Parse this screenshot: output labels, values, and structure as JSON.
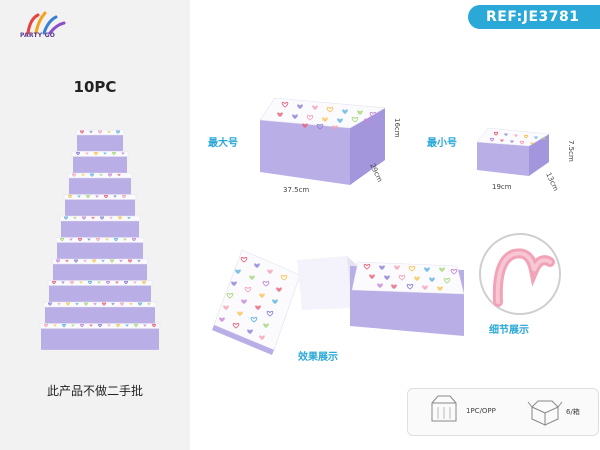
{
  "brand": {
    "logo_text": "PARTY GO",
    "logo_colors": [
      "#e8423f",
      "#f4a21a",
      "#3b7fd1",
      "#8a4fc9"
    ]
  },
  "ref": "REF:JE3781",
  "left": {
    "quantity": "10PC",
    "note": "此产品不做二手批"
  },
  "largest": {
    "label": "最大号",
    "length": "37.5cm",
    "width": "29cm",
    "height": "16cm"
  },
  "smallest": {
    "label": "最小号",
    "length": "19cm",
    "width": "13cm",
    "height": "7.5cm"
  },
  "effect_label": "效果展示",
  "detail_label": "细节展示",
  "packaging": {
    "inner": "1PC/OPP",
    "outer": "6/箱"
  },
  "colors": {
    "accent": "#2aa8d8",
    "lavender": "#b9aee6",
    "lavender_dark": "#a396dc",
    "lid_white": "#fbfbfd",
    "pink_ribbon": "#f2a3b8"
  }
}
